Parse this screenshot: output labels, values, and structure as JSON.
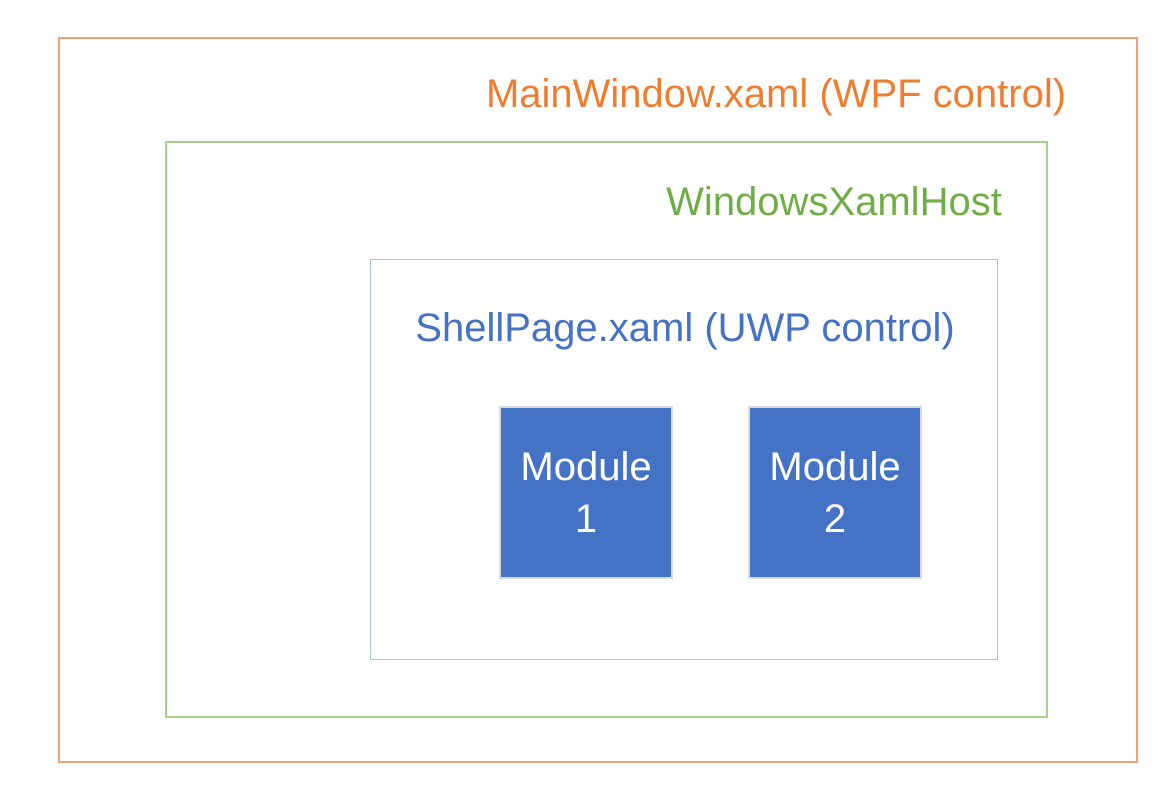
{
  "diagram": {
    "background_color": "#FFFFFF",
    "wpf_window": {
      "label": "MainWindow.xaml (WPF control)",
      "text_color": "#ED7D31",
      "border_color": "#F0A073"
    },
    "xaml_host": {
      "label": "WindowsXamlHost",
      "text_color": "#70AD47",
      "border_color": "#A8D08D"
    },
    "shell_page": {
      "label": "ShellPage.xaml (UWP control)",
      "text_color": "#4472C4",
      "border_color": "#A6BFE2"
    },
    "modules": {
      "fill_color": "#4472C4",
      "border_color": "#D9D9D9",
      "text_color": "#FFFFFF",
      "items": [
        {
          "name": "Module",
          "number": "1"
        },
        {
          "name": "Module",
          "number": "2"
        }
      ]
    }
  }
}
